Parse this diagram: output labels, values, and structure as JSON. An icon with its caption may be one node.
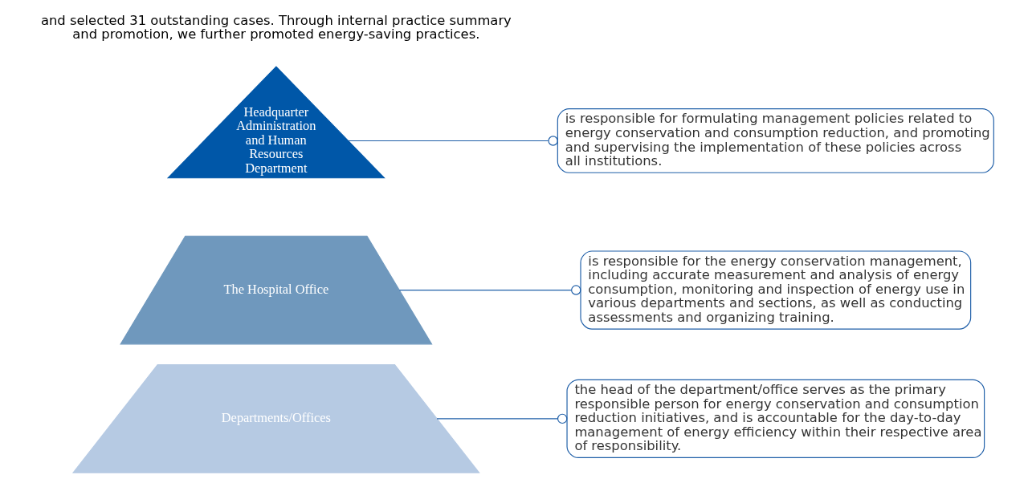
{
  "diagram": {
    "nodes": [
      {
        "text": [
          "Headquarter Administration and Human Resources Department"
        ]
      },
      {
        "text": [
          "The Hospital Office"
        ]
      },
      {
        "text": [
          "Departments/Offices"
        ]
      },
      {
        "text": [
          "is responsible for formulating management policies related to energy conservation and consumption reduction, and promoting and supervising the implementation of these policies across all institutions."
        ]
      },
      {
        "text": [
          "is responsible for the energy conservation management, including accurate measurement and analysis of energy consumption, monitoring and inspection of energy use in various departments and sections, as well as conducting assessments and organizing training."
        ]
      },
      {
        "text": [
          "the head of the department/office serves as the primary responsible person for energy conservation and consumption reduction initiatives, and is accountable for the day-to-day management of energy efficiency within their respective area of responsibility."
        ]
      }
    ],
    "edges": [
      {
        "from": 0,
        "to": 3,
        "arrow": "other"
      },
      {
        "from": 1,
        "to": 4,
        "arrow": "other"
      },
      {
        "from": 2,
        "to": 5,
        "arrow": "other"
      }
    ],
    "labels": [
      "and selected 31 outstanding cases. Through internal practice summary and promotion, we further promoted energy-saving practices."
    ]
  }
}
